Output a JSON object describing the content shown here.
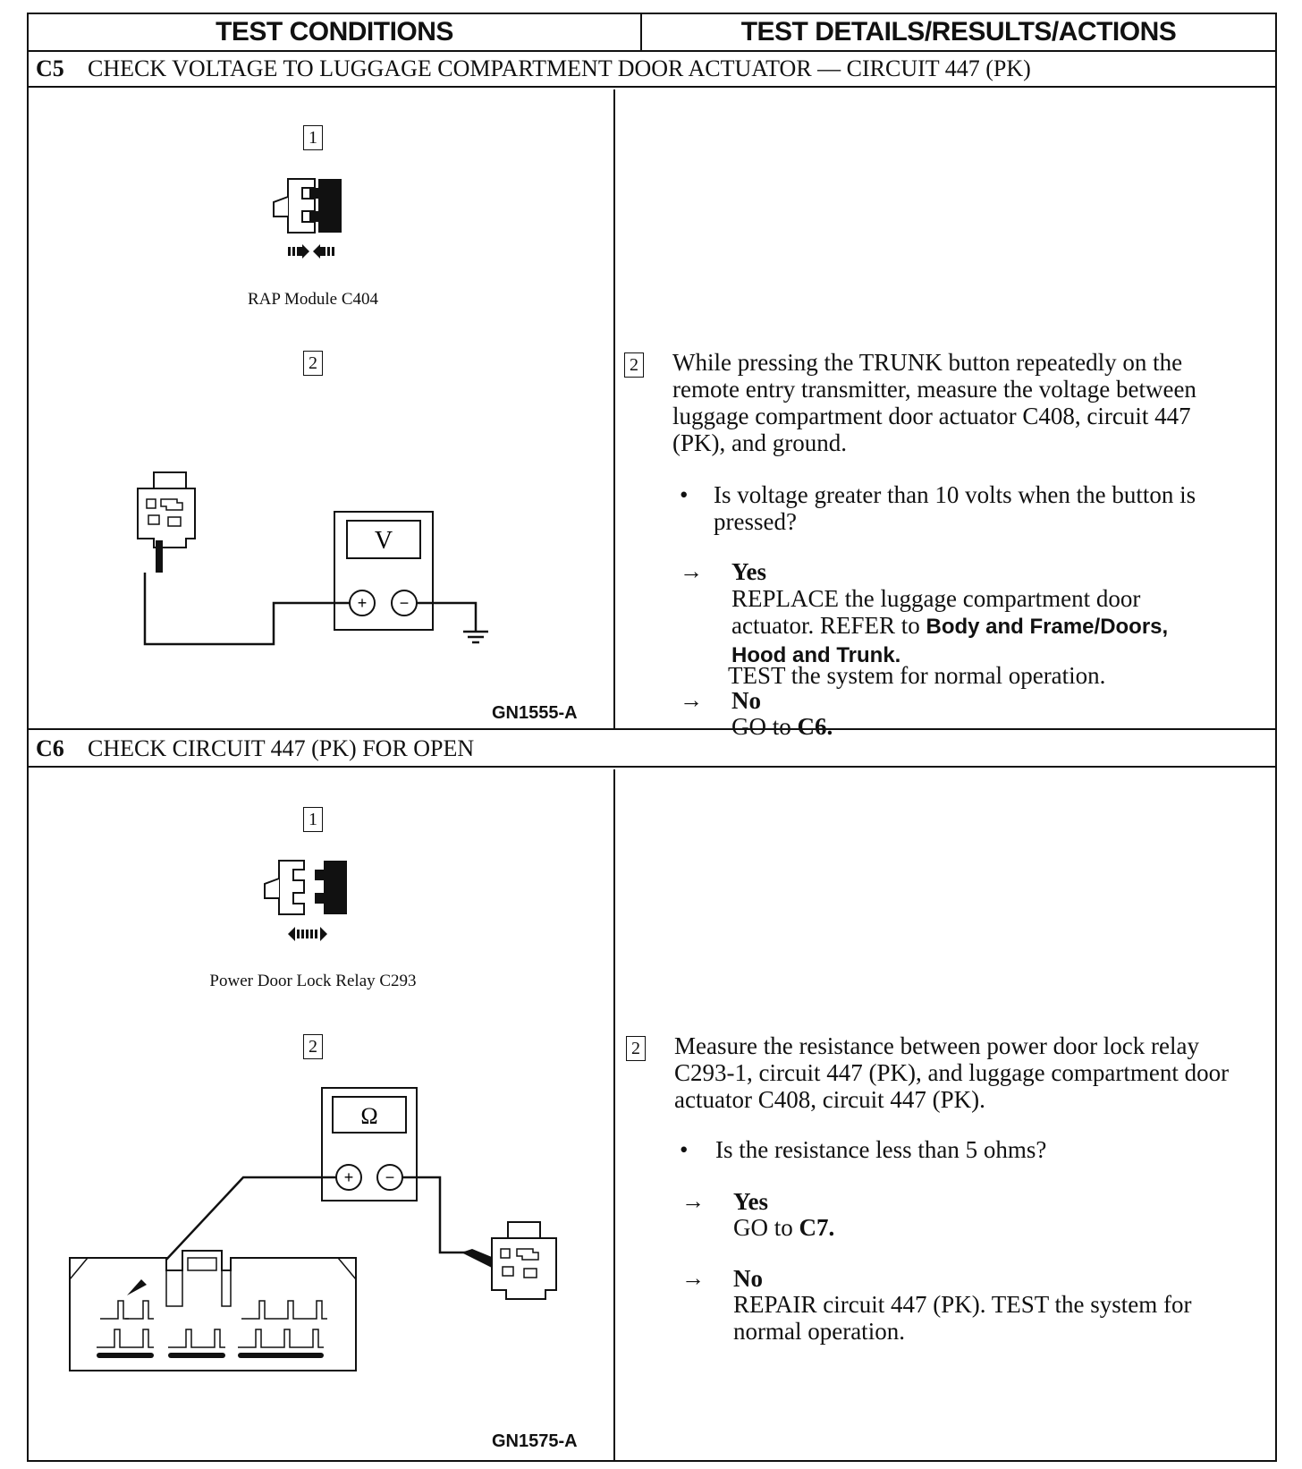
{
  "header": {
    "col1": "TEST CONDITIONS",
    "col2": "TEST DETAILS/RESULTS/ACTIONS"
  },
  "c5": {
    "id": "C5",
    "title": "CHECK VOLTAGE TO LUGGAGE COMPARTMENT DOOR ACTUATOR — CIRCUIT 447 (PK)",
    "step1_num": "1",
    "step1_caption": "RAP Module C404",
    "step2_num": "2",
    "meter_symbol": "V",
    "figure_code": "GN1555-A",
    "detail_num": "2",
    "instruction": "While pressing the TRUNK button repeatedly on the remote entry transmitter, measure the voltage between luggage compartment door actuator C408, circuit 447 (PK), and ground.",
    "question": "Is voltage greater than 10 volts when the button is pressed?",
    "yes_label": "Yes",
    "yes_action_1": "REPLACE the luggage compartment door actuator. REFER to",
    "yes_ref": "Body and Frame/Doors, Hood and Trunk.",
    "yes_action_2": "TEST  the system for normal operation.",
    "no_label": "No",
    "no_action_prefix": "GO to",
    "no_action_target": "C6."
  },
  "c6": {
    "id": "C6",
    "title": "CHECK CIRCUIT 447 (PK) FOR OPEN",
    "step1_num": "1",
    "step1_caption": "Power Door Lock Relay C293",
    "step2_num": "2",
    "meter_symbol": "Ω",
    "figure_code": "GN1575-A",
    "detail_num": "2",
    "instruction": "Measure the resistance between power door lock relay C293-1, circuit 447 (PK), and luggage compartment door actuator C408, circuit 447 (PK).",
    "question": "Is the resistance less than 5 ohms?",
    "yes_label": "Yes",
    "yes_action_prefix": "GO to",
    "yes_action_target": "C7.",
    "no_label": "No",
    "no_action": "REPAIR circuit 447 (PK). TEST the system for normal operation."
  },
  "symbols": {
    "arrow": "→",
    "bullet": "•",
    "plus": "+",
    "minus": "−"
  }
}
